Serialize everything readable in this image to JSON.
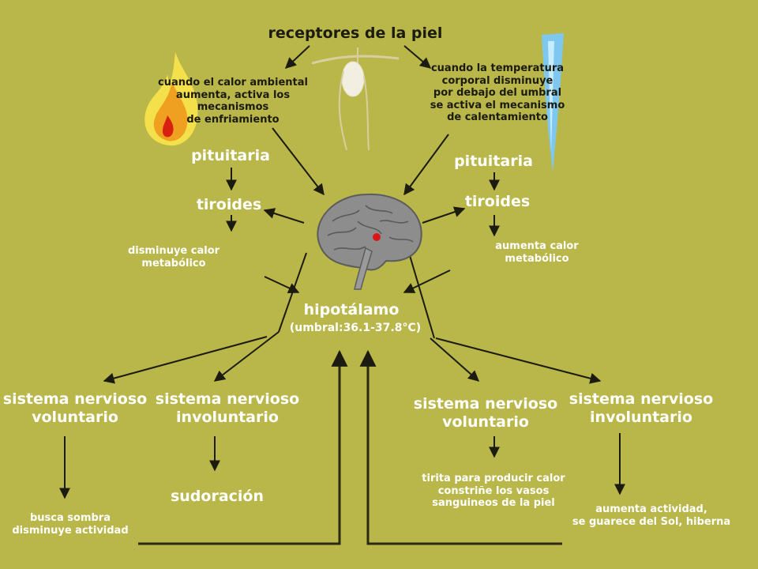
{
  "nodes": {
    "skin_receptors": "receptores de la piel",
    "heat_condition": "cuando el calor ambiental\naumenta, activa los mecanismos\nde enfriamiento",
    "cold_condition": "cuando la temperatura\ncorporal disminuye\npor debajo del umbral\nse activa el mecanismo\nde calentamiento",
    "pituitary_left": "pituitaria",
    "pituitary_right": "pituitaria",
    "thyroid_left": "tiroides",
    "thyroid_right": "tiroides",
    "metabolic_decrease": "disminuye calor\nmetabólico",
    "metabolic_increase": "aumenta calor\nmetabólico",
    "hypothalamus": "hipotálamo",
    "threshold": "(umbral:36.1-37.8°C)",
    "voluntary_left": "sistema nervioso\nvoluntario",
    "involuntary_left": "sistema nervioso\ninvoluntario",
    "voluntary_right": "sistema nervioso\nvoluntario",
    "involuntary_right": "sistema nervioso\ninvoluntario",
    "shade": "busca sombra\ndisminuye actividad",
    "sweating": "sudoración",
    "shiver": "tirita para producir calor\nconstriñe los vasos\nsanguineos de la piel",
    "activity": "aumenta actividad,\nse guarece del Sol, hiberna"
  },
  "colors": {
    "background": "#b9b64a",
    "arrow": "#1b1b10",
    "feedback_line": "#2a2a12",
    "dark_text": "#1b1b10",
    "light_text": "#ffffff",
    "flame_outer": "#f4e04a",
    "flame_mid": "#f0a020",
    "flame_core": "#d82010",
    "ice": "#7ec8f0",
    "brain": "#8d8d8d",
    "brain_dot": "#d81818"
  },
  "icons": [
    "flame-icon",
    "skin-hair-icon",
    "ice-icon",
    "brain-icon"
  ]
}
